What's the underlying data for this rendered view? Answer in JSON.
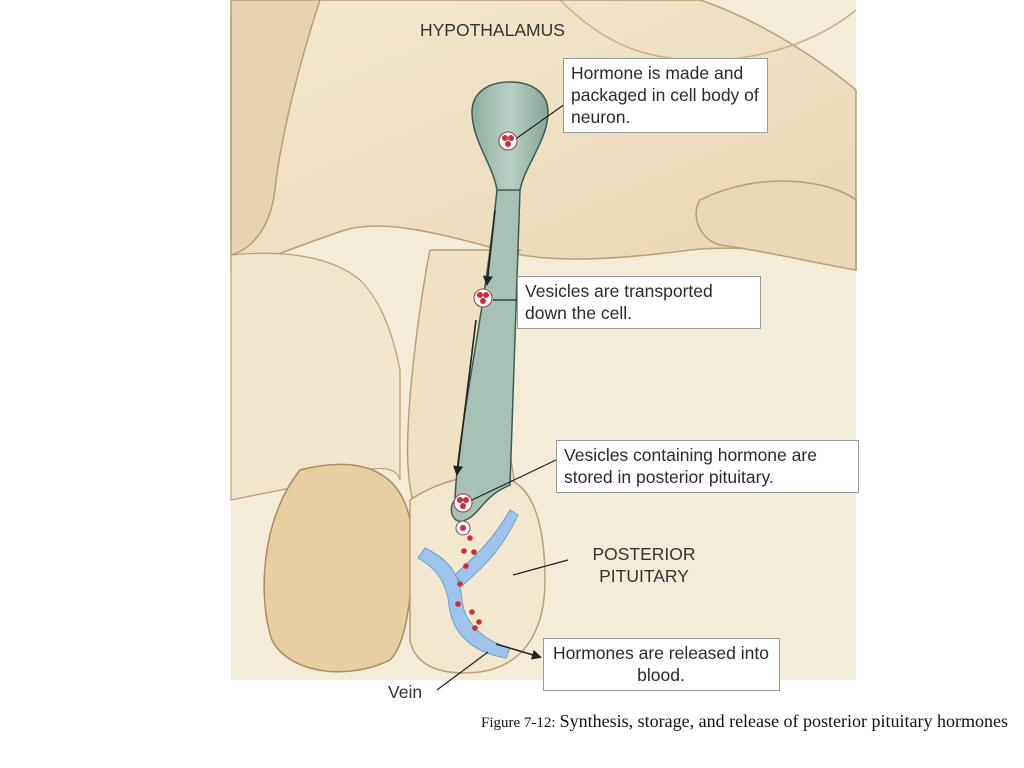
{
  "diagram": {
    "region_labels": {
      "hypothalamus": "HYPOTHALAMUS",
      "posterior_pituitary": "POSTERIOR PITUITARY",
      "vein": "Vein"
    },
    "callouts": [
      "Hormone is made and packaged in cell body of neuron.",
      "Vesicles are transported down the cell.",
      "Vesicles containing hormone are stored in posterior pituitary.",
      "Hormones are released into blood."
    ],
    "colors": {
      "tissue": "#efe3c6",
      "tissue_shadow": "#e3d2ad",
      "tissue_outline": "#b89f78",
      "neuron": "#a7c1b6",
      "neuron_outline": "#3f5a52",
      "vein": "#9ec4ec",
      "hormone": "#cc2f3a"
    }
  },
  "caption": {
    "figure_number": "Figure 7-12:",
    "text": "Synthesis, storage, and release of posterior pituitary hormones"
  }
}
